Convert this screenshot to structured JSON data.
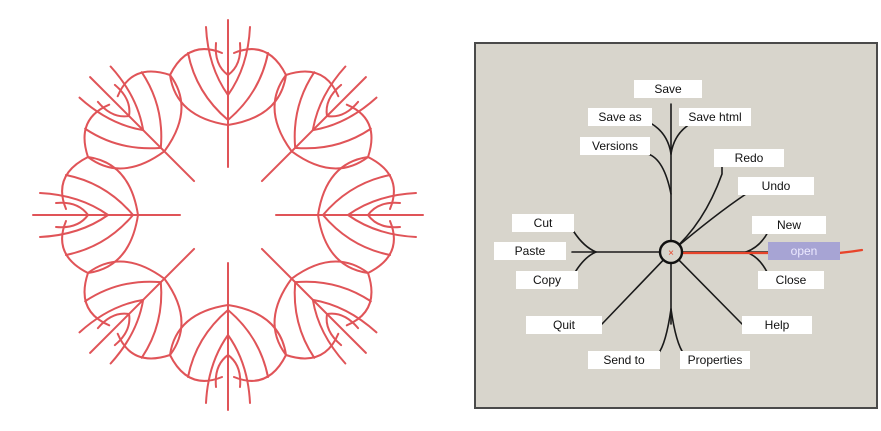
{
  "pattern": {
    "color": "#e05458",
    "icon": "snowflake-flourish"
  },
  "radial_menu": {
    "accent_color": "#e8442a",
    "center_mark": "×",
    "items": [
      {
        "id": "save",
        "label": "Save"
      },
      {
        "id": "save-as",
        "label": "Save as"
      },
      {
        "id": "save-html",
        "label": "Save html"
      },
      {
        "id": "versions",
        "label": "Versions"
      },
      {
        "id": "redo",
        "label": "Redo"
      },
      {
        "id": "undo",
        "label": "Undo"
      },
      {
        "id": "cut",
        "label": "Cut"
      },
      {
        "id": "new",
        "label": "New"
      },
      {
        "id": "paste",
        "label": "Paste"
      },
      {
        "id": "open",
        "label": "open",
        "highlighted": true
      },
      {
        "id": "copy",
        "label": "Copy"
      },
      {
        "id": "close",
        "label": "Close"
      },
      {
        "id": "quit",
        "label": "Quit"
      },
      {
        "id": "help",
        "label": "Help"
      },
      {
        "id": "send-to",
        "label": "Send to"
      },
      {
        "id": "properties",
        "label": "Properties"
      }
    ]
  }
}
